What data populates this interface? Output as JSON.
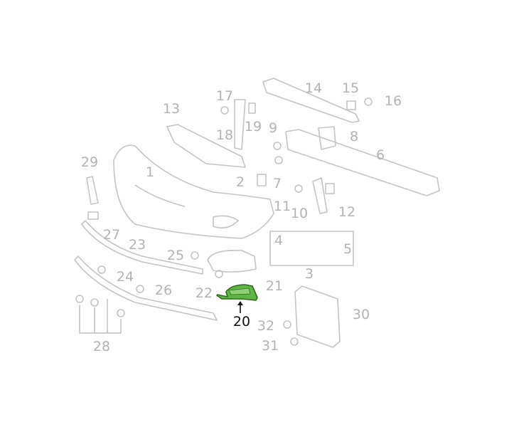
{
  "diagram": {
    "highlight_color": "#5fb544",
    "highlighted_part": "20",
    "labels": [
      "1",
      "2",
      "3",
      "4",
      "5",
      "6",
      "7",
      "8",
      "9",
      "10",
      "11",
      "12",
      "13",
      "14",
      "15",
      "16",
      "17",
      "18",
      "19",
      "20",
      "21",
      "22",
      "23",
      "24",
      "25",
      "26",
      "27",
      "28",
      "29",
      "30",
      "31",
      "32"
    ]
  }
}
